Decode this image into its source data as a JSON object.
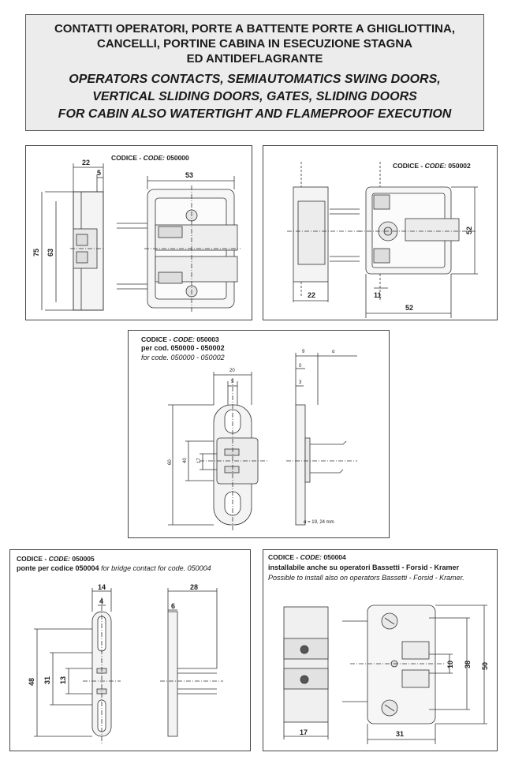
{
  "header": {
    "title_it": [
      "CONTATTI OPERATORI, PORTE A BATTENTE PORTE A GHIGLIOTTINA,",
      "CANCELLI, PORTINE CABINA IN ESECUZIONE STAGNA",
      "ED ANTIDEFLAGRANTE"
    ],
    "title_en": [
      "OPERATORS CONTACTS, SEMIAUTOMATICS SWING DOORS,",
      "VERTICAL SLIDING DOORS, GATES, SLIDING DOORS",
      "FOR CABIN ALSO WATERTIGHT AND FLAMEPROOF EXECUTION"
    ]
  },
  "panels": {
    "p050000": {
      "code_prefix": "CODICE - ",
      "code_label": "CODE:",
      "code": "050000",
      "dims": {
        "w22": "22",
        "w5": "5",
        "w53": "53",
        "h75": "75",
        "h63": "63"
      }
    },
    "p050002": {
      "code_prefix": "CODICE - ",
      "code_label": "CODE:",
      "code": "050002",
      "dims": {
        "w22": "22",
        "w11": "11",
        "w52b": "52",
        "h52": "52"
      }
    },
    "p050003": {
      "code_prefix": "CODICE - ",
      "code_label": "CODE:",
      "code": "050003",
      "sub": "per cod. 050000 - 050002",
      "sub_en": "for code. 050000 - 050002",
      "dims": {
        "w20": "20",
        "w5": "5",
        "h60": "60",
        "h40": "40",
        "h17": "17",
        "w9": "9",
        "a": "α",
        "z0": "0",
        "w3": "3",
        "note": "α = 19, 24 mm"
      }
    },
    "p050005": {
      "code_prefix": "CODICE - ",
      "code_label": "CODE:",
      "code": "050005",
      "sub": "ponte per codice 050004",
      "sub_en": "for bridge contact for code. 050004",
      "dims": {
        "w14": "14",
        "w4": "4",
        "h48": "48",
        "h31": "31",
        "h13": "13",
        "w28": "28",
        "w6": "6"
      }
    },
    "p050004": {
      "code_prefix": "CODICE - ",
      "code_label": "CODE:",
      "code": "050004",
      "sub": "installabile anche  su operatori Bassetti - Forsid - Kramer",
      "sub_en": "Possible to install  also on operators Bassetti - Forsid - Kramer.",
      "dims": {
        "w17": "17",
        "w31": "31",
        "h10": "10",
        "h38": "38",
        "h50": "50"
      }
    }
  }
}
